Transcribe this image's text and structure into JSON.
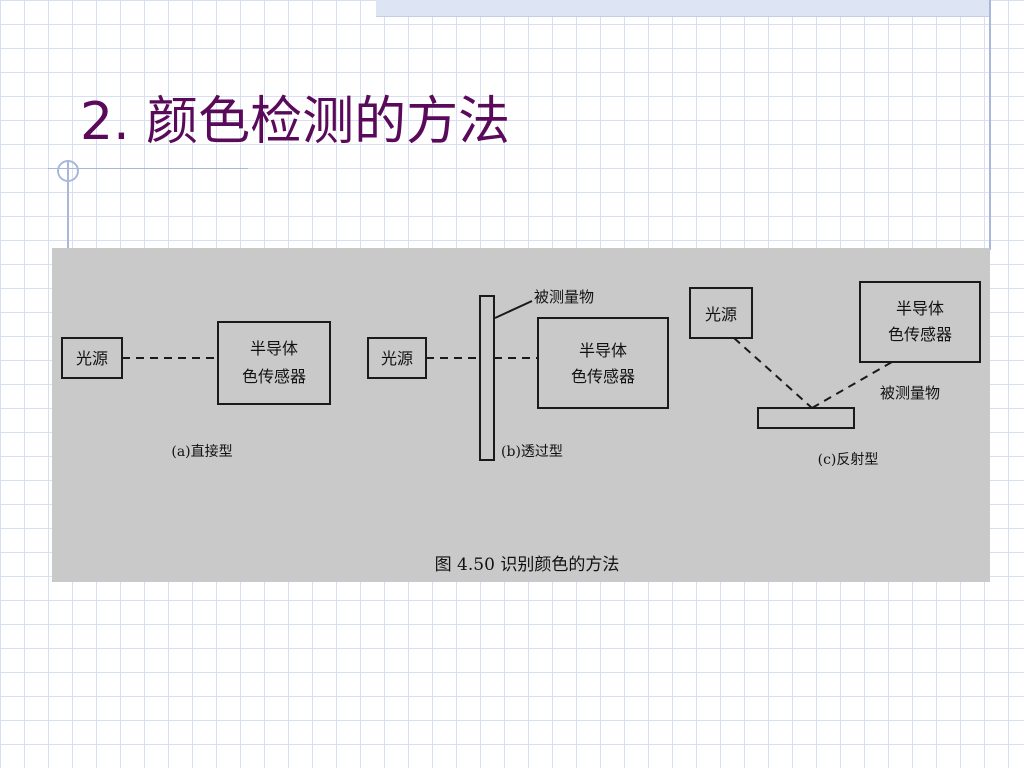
{
  "slide": {
    "title": "2.  颜色检测的方法"
  },
  "figure": {
    "caption": "图 4.50   识别颜色的方法",
    "panel_a": {
      "source_label": "光源",
      "sensor_line1": "半导体",
      "sensor_line2": "色传感器",
      "caption": "(a)直接型"
    },
    "panel_b": {
      "source_label": "光源",
      "object_label": "被测量物",
      "sensor_line1": "半导体",
      "sensor_line2": "色传感器",
      "caption": "(b)透过型"
    },
    "panel_c": {
      "source_label": "光源",
      "sensor_line1": "半导体",
      "sensor_line2": "色传感器",
      "object_label": "被测量物",
      "caption": "(c)反射型"
    }
  },
  "colors": {
    "title": "#5a0a5a",
    "grid": "#d9dff2",
    "accent_lines": "#aab7dd",
    "figure_background": "#c9c9c9"
  }
}
